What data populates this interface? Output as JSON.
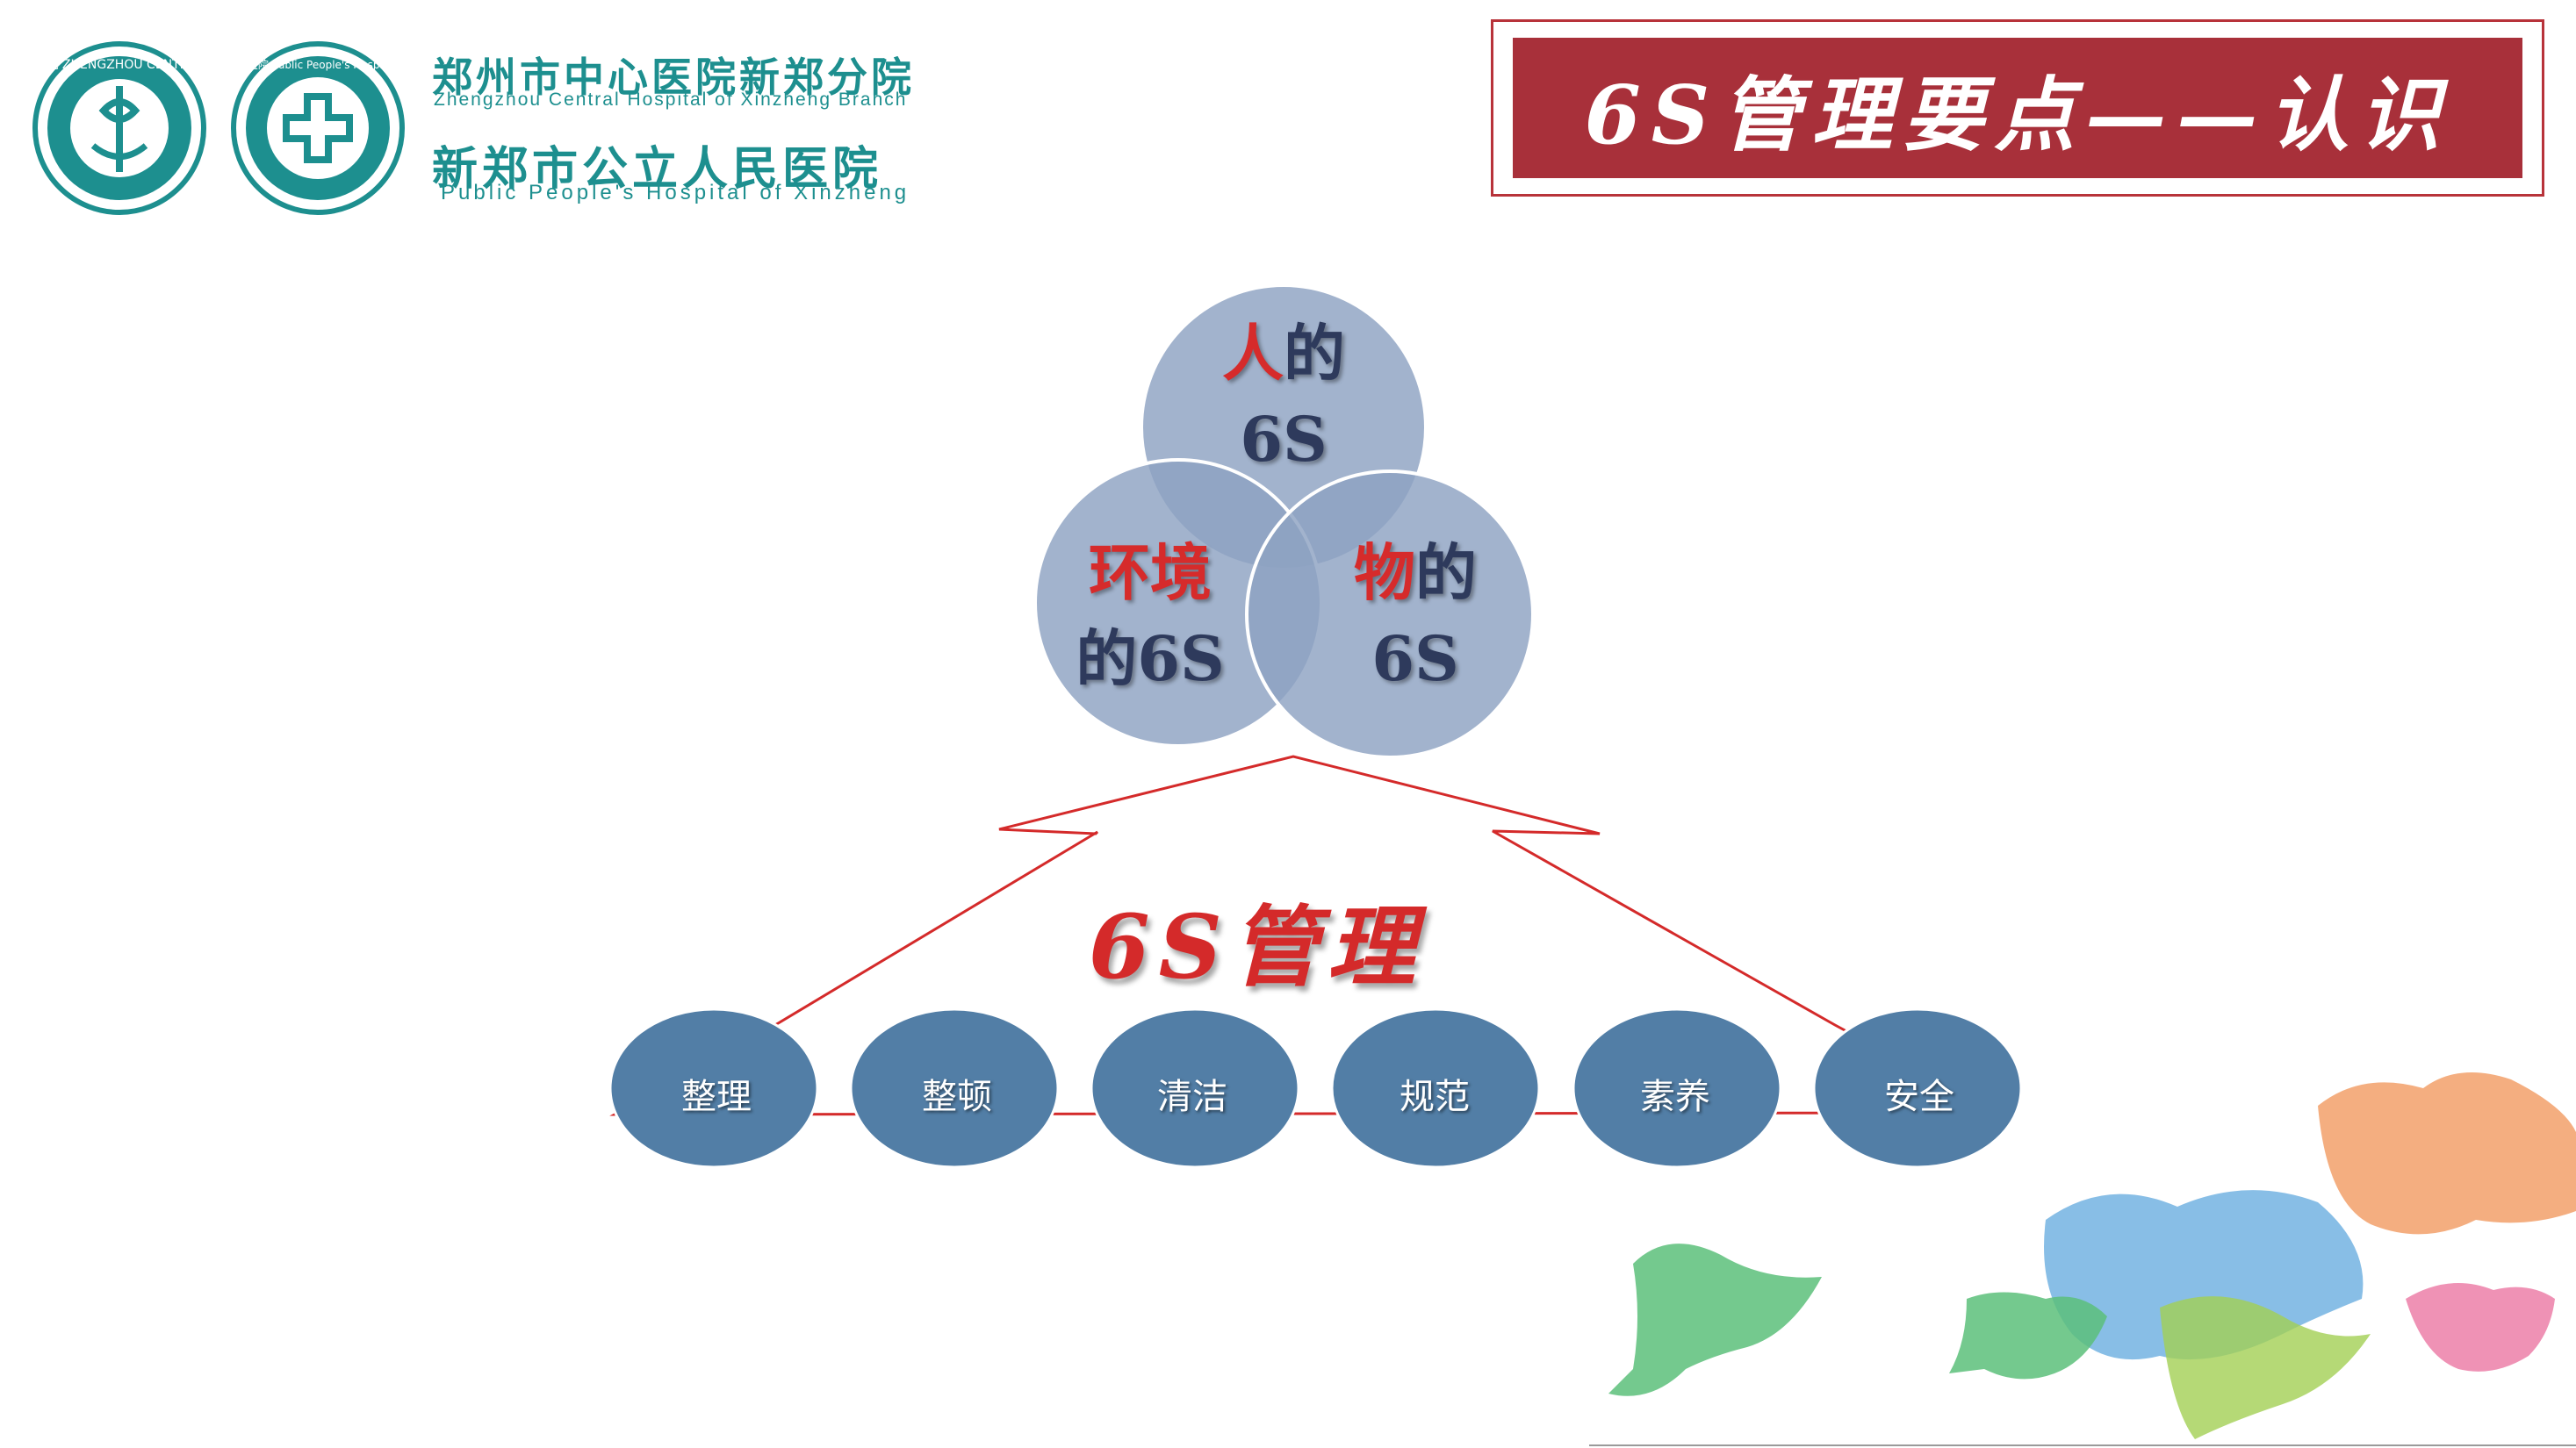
{
  "header": {
    "hospital_cn_1": "郑州市中心医院新郑分院",
    "hospital_en_1": "Zhengzhou Central Hospital of Xinzheng Branch",
    "hospital_cn_2": "新郑市公立人民医院",
    "hospital_en_2": "Public People's Hospital of Xinzheng",
    "logo1_text": "郑州市中心医院 ZHENGZHOU CENTRAL HOSPITAL",
    "logo2_text": "新郑市公立人民医院 Public People's Hospital of Xinzheng"
  },
  "title": "6S管理要点——认识",
  "circles": {
    "top": {
      "highlight": "人",
      "rest": "的",
      "line2": "6S"
    },
    "left": {
      "highlight": "环境",
      "line2": "的6S"
    },
    "right": {
      "highlight": "物",
      "rest": "的",
      "line2": "6S"
    }
  },
  "management_label": "6S管理",
  "pills": [
    "整理",
    "整顿",
    "清洁",
    "规范",
    "素养",
    "安全"
  ],
  "colors": {
    "teal": "#1d8f8f",
    "title_red": "#a8303a",
    "circle_fill": "#8da2c2",
    "pill_fill": "#527ea6",
    "arrow_red": "#d42a2a"
  },
  "decor": {
    "leaves": [
      "green-leaf",
      "blue-leaf",
      "orange-leaf",
      "pink-leaf",
      "small-green-leaf"
    ]
  }
}
